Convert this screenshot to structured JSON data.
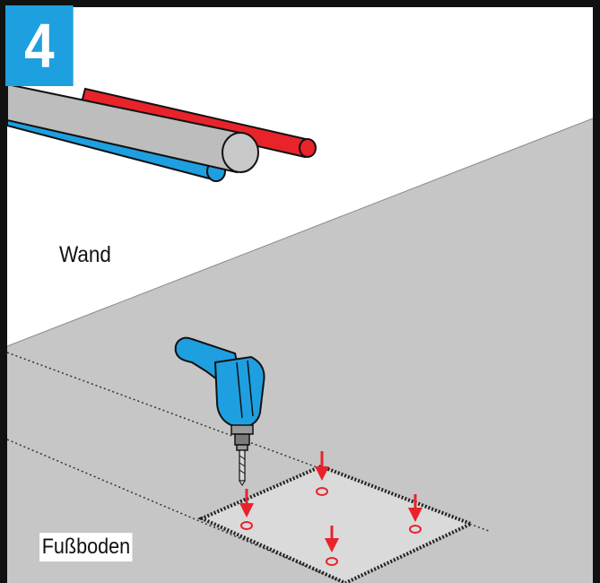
{
  "step": {
    "number": "4"
  },
  "labels": {
    "wall": "Wand",
    "floor": "Fußboden"
  },
  "colors": {
    "frame": "#111111",
    "badge": "#1e9fe0",
    "wall": "#ffffff",
    "floor": "#c6c6c6",
    "panel": "#dadada",
    "pipe_red": "#e8232a",
    "pipe_blue": "#1e9fe0",
    "pipe_gray": "#bdbdbd",
    "drill_body": "#1e9fe0",
    "arrow": "#e8232a"
  },
  "icons": [
    "pipes-illustration",
    "power-drill-icon",
    "drill-bit-icon",
    "arrow-down-icon",
    "drill-hole-marker"
  ]
}
